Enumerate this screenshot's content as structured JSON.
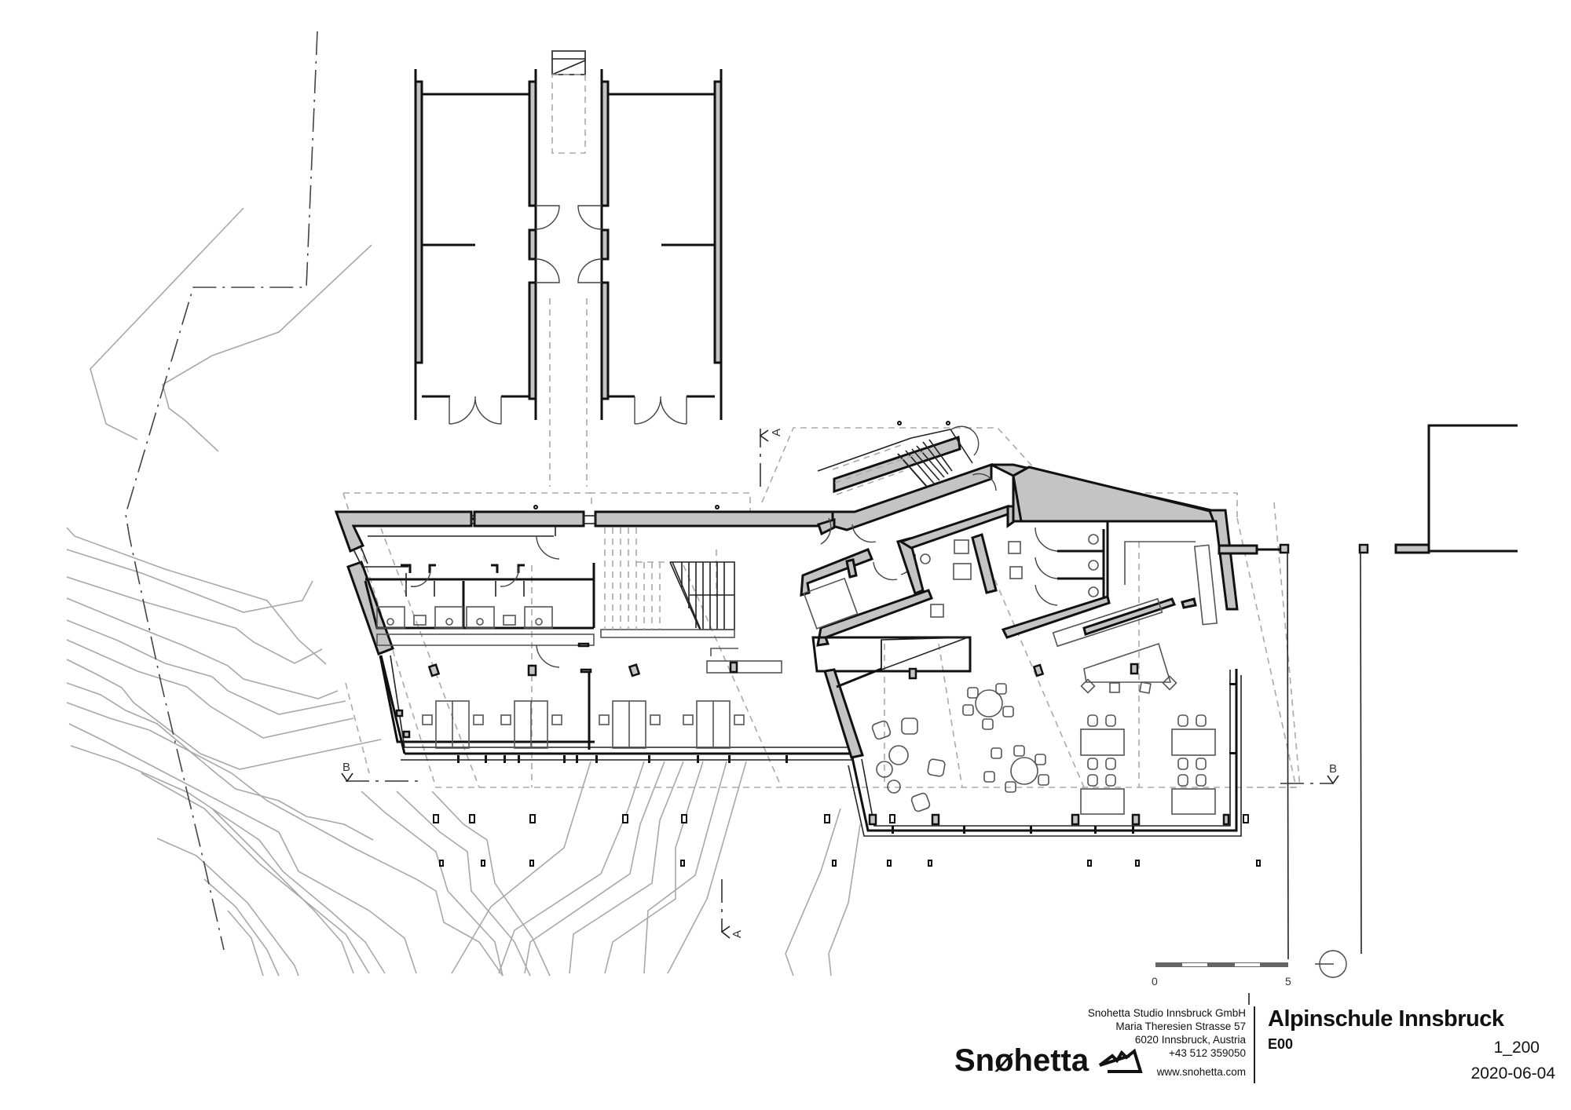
{
  "drawing": {
    "type": "architectural floor plan",
    "level": "E00",
    "scale": "1_200",
    "date": "2020-06-04",
    "colors": {
      "wall_fill": "#c4c4c4",
      "wall_stroke": "#111111",
      "contour": "#a8a8a8",
      "hidden_line": "#aaaaaa",
      "background": "#ffffff"
    }
  },
  "title_block": {
    "project_title": "Alpinschule Innsbruck",
    "level_code": "E00",
    "scale": "1_200",
    "date": "2020-06-04",
    "logo_text": "Snøhetta",
    "logo_icon": "mountain-logo-icon",
    "company": {
      "name": "Snohetta Studio Innsbruck GmbH",
      "street": "Maria Theresien Strasse 57",
      "city": "6020 Innsbruck, Austria",
      "phone": "+43 512 359050",
      "website": "www.snohetta.com"
    }
  },
  "scale_bar": {
    "start_label": "0",
    "end_label": "5",
    "segments": 5
  },
  "section_markers": {
    "a_top": "A",
    "a_bottom": "A",
    "b_left": "B",
    "b_right": "B"
  },
  "north_arrow": {
    "icon": "north-arrow-icon"
  }
}
